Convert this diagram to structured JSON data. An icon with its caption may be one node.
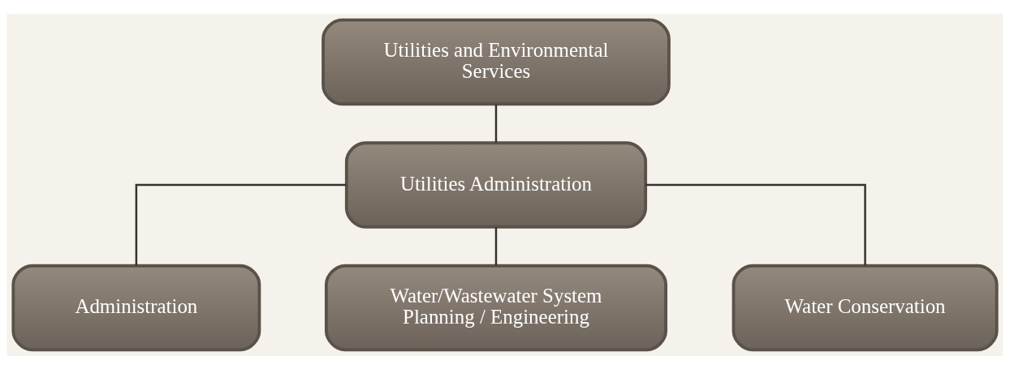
{
  "diagram": {
    "nodes": [
      {
        "text": [
          "Utilities and Environmental Services"
        ]
      },
      {
        "text": [
          "Utilities Administration"
        ]
      },
      {
        "text": [
          "Administration"
        ]
      },
      {
        "text": [
          "Water/Wastewater System Planning / Engineering"
        ]
      },
      {
        "text": [
          "Water Conservation"
        ]
      }
    ],
    "edges": [
      {
        "from": 0,
        "to": 1,
        "arrow": "none"
      },
      {
        "from": 1,
        "to": 2,
        "arrow": "none"
      },
      {
        "from": 1,
        "to": 3,
        "arrow": "none"
      },
      {
        "from": 1,
        "to": 4,
        "arrow": "none"
      }
    ]
  }
}
